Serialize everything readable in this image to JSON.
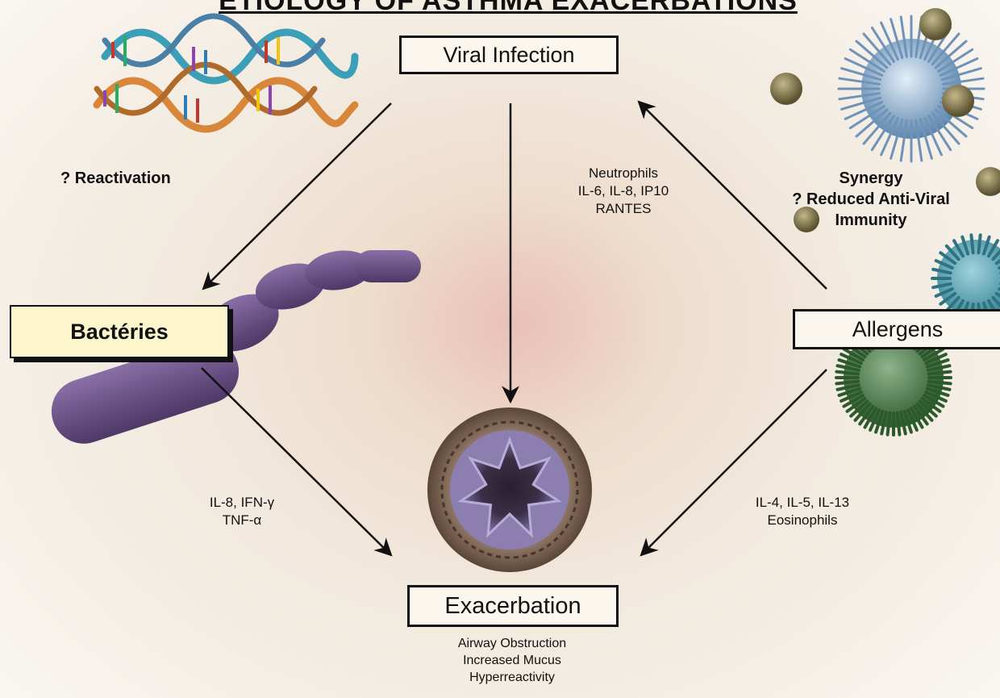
{
  "title": "ETIOLOGY OF ASTHMA EXACERBATIONS",
  "nodes": {
    "viral": "Viral Infection",
    "bacteria": "Bactéries",
    "allergens": "Allergens",
    "exacerbation": "Exacerbation"
  },
  "labels": {
    "reactivation": "? Reactivation",
    "viral_mediators": [
      "Neutrophils",
      "IL-6, IL-8, IP10",
      "RANTES"
    ],
    "synergy": [
      "Synergy",
      "? Reduced Anti-Viral",
      "Immunity"
    ],
    "bacterial_mediators": [
      "IL-8, IFN-γ",
      "TNF-α"
    ],
    "allergen_mediators": [
      "IL-4, IL-5, IL-13",
      "Eosinophils"
    ],
    "outcomes": [
      "Airway Obstruction",
      "Increased Mucus",
      "Hyperreactivity"
    ]
  },
  "colors": {
    "bacterium": "#6b4f86",
    "allergen_green": "#4e7c4a",
    "virus_blue": "#7aa0c0",
    "bacteria_box": "#fdf6cc"
  }
}
